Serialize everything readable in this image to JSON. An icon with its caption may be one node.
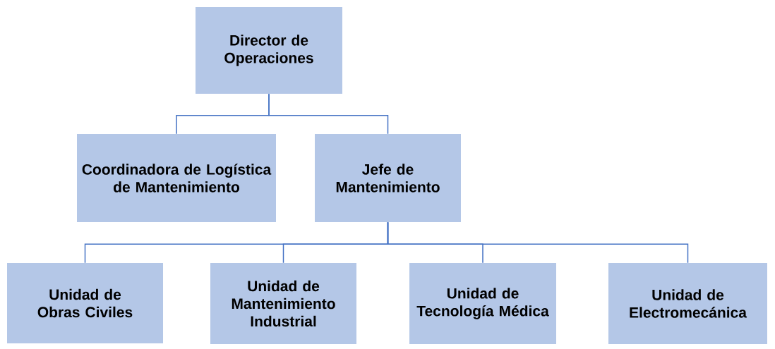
{
  "diagram": {
    "nodes": [
      {
        "text": [
          "Director de Operaciones"
        ]
      },
      {
        "text": [
          "Coordinadora de Logística de Mantenimiento"
        ]
      },
      {
        "text": [
          "Jefe de Mantenimiento"
        ]
      },
      {
        "text": [
          "Unidad de Obras Civiles"
        ]
      },
      {
        "text": [
          "Unidad de Mantenimiento Industrial"
        ]
      },
      {
        "text": [
          "Unidad de Tecnología Médica"
        ]
      },
      {
        "text": [
          "Unidad de Electromecánica"
        ]
      }
    ],
    "edges": [
      {
        "from": 0,
        "to": 1,
        "arrow": "none"
      },
      {
        "from": 0,
        "to": 2,
        "arrow": "none"
      },
      {
        "from": 2,
        "to": 3,
        "arrow": "none"
      },
      {
        "from": 2,
        "to": 4,
        "arrow": "none"
      },
      {
        "from": 2,
        "to": 5,
        "arrow": "none"
      },
      {
        "from": 2,
        "to": 6,
        "arrow": "none"
      }
    ]
  }
}
